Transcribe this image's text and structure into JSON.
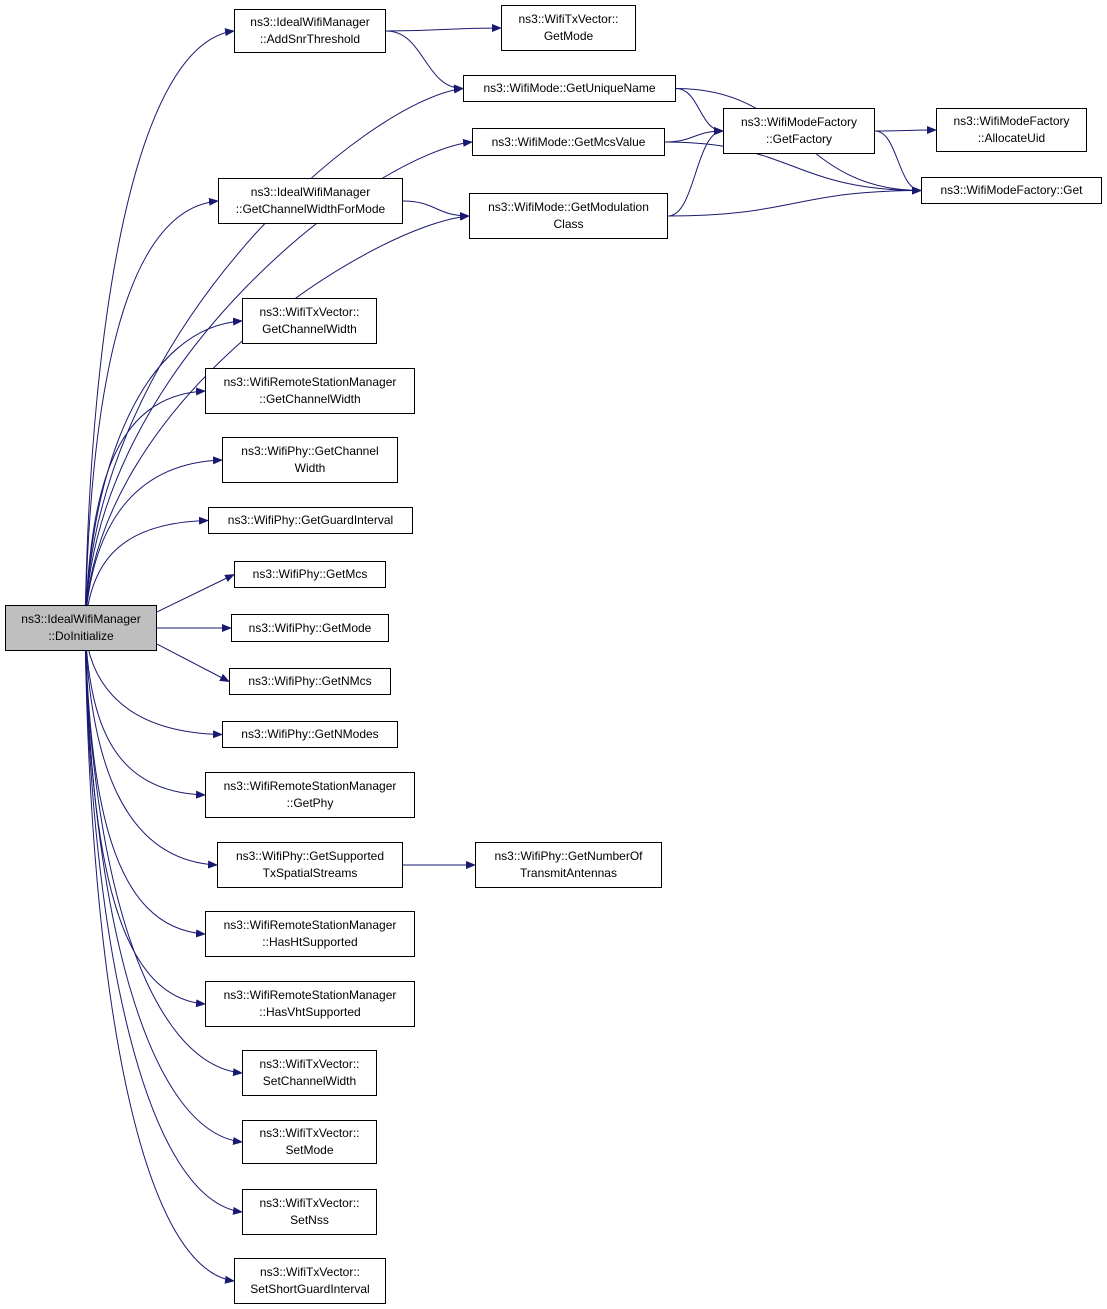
{
  "colors": {
    "edge": "#191970",
    "node_border": "#000000",
    "root_fill": "#bfbfbf",
    "node_fill": "#ffffff"
  },
  "nodes": [
    {
      "id": "root",
      "lines": [
        "ns3::IdealWifiManager",
        "::DoInitialize"
      ],
      "root": true
    },
    {
      "id": "add-snr-threshold",
      "lines": [
        "ns3::IdealWifiManager",
        "::AddSnrThreshold"
      ]
    },
    {
      "id": "txvector-get-mode",
      "lines": [
        "ns3::WifiTxVector::",
        "GetMode"
      ]
    },
    {
      "id": "get-unique-name",
      "lines": [
        "ns3::WifiMode::GetUniqueName"
      ]
    },
    {
      "id": "get-mcs-value",
      "lines": [
        "ns3::WifiMode::GetMcsValue"
      ]
    },
    {
      "id": "mode-factory-get-factory",
      "lines": [
        "ns3::WifiModeFactory",
        "::GetFactory"
      ]
    },
    {
      "id": "mode-factory-allocate-uid",
      "lines": [
        "ns3::WifiModeFactory",
        "::AllocateUid"
      ]
    },
    {
      "id": "mode-factory-get",
      "lines": [
        "ns3::WifiModeFactory::Get"
      ]
    },
    {
      "id": "get-channel-width-for-mode",
      "lines": [
        "ns3::IdealWifiManager",
        "::GetChannelWidthForMode"
      ]
    },
    {
      "id": "get-modulation-class",
      "lines": [
        "ns3::WifiMode::GetModulation",
        "Class"
      ]
    },
    {
      "id": "txvector-get-channel-width",
      "lines": [
        "ns3::WifiTxVector::",
        "GetChannelWidth"
      ]
    },
    {
      "id": "rsm-get-channel-width",
      "lines": [
        "ns3::WifiRemoteStationManager",
        "::GetChannelWidth"
      ]
    },
    {
      "id": "phy-get-channel-width",
      "lines": [
        "ns3::WifiPhy::GetChannel",
        "Width"
      ]
    },
    {
      "id": "phy-get-guard-interval",
      "lines": [
        "ns3::WifiPhy::GetGuardInterval"
      ]
    },
    {
      "id": "phy-get-mcs",
      "lines": [
        "ns3::WifiPhy::GetMcs"
      ]
    },
    {
      "id": "phy-get-mode",
      "lines": [
        "ns3::WifiPhy::GetMode"
      ]
    },
    {
      "id": "phy-get-n-mcs",
      "lines": [
        "ns3::WifiPhy::GetNMcs"
      ]
    },
    {
      "id": "phy-get-n-modes",
      "lines": [
        "ns3::WifiPhy::GetNModes"
      ]
    },
    {
      "id": "rsm-get-phy",
      "lines": [
        "ns3::WifiRemoteStationManager",
        "::GetPhy"
      ]
    },
    {
      "id": "phy-get-supported-streams",
      "lines": [
        "ns3::WifiPhy::GetSupported",
        "TxSpatialStreams"
      ]
    },
    {
      "id": "phy-get-number-of-antennas",
      "lines": [
        "ns3::WifiPhy::GetNumberOf",
        "TransmitAntennas"
      ]
    },
    {
      "id": "rsm-has-ht-supported",
      "lines": [
        "ns3::WifiRemoteStationManager",
        "::HasHtSupported"
      ]
    },
    {
      "id": "rsm-has-vht-supported",
      "lines": [
        "ns3::WifiRemoteStationManager",
        "::HasVhtSupported"
      ]
    },
    {
      "id": "txvector-set-channel-width",
      "lines": [
        "ns3::WifiTxVector::",
        "SetChannelWidth"
      ]
    },
    {
      "id": "txvector-set-mode",
      "lines": [
        "ns3::WifiTxVector::",
        "SetMode"
      ]
    },
    {
      "id": "txvector-set-nss",
      "lines": [
        "ns3::WifiTxVector::",
        "SetNss"
      ]
    },
    {
      "id": "txvector-set-short-guard-interval",
      "lines": [
        "ns3::WifiTxVector::",
        "SetShortGuardInterval"
      ]
    }
  ],
  "edges": [
    {
      "from": "root",
      "to": "add-snr-threshold"
    },
    {
      "from": "root",
      "to": "get-unique-name"
    },
    {
      "from": "root",
      "to": "get-mcs-value"
    },
    {
      "from": "root",
      "to": "get-channel-width-for-mode"
    },
    {
      "from": "root",
      "to": "get-modulation-class"
    },
    {
      "from": "root",
      "to": "txvector-get-channel-width"
    },
    {
      "from": "root",
      "to": "rsm-get-channel-width"
    },
    {
      "from": "root",
      "to": "phy-get-channel-width"
    },
    {
      "from": "root",
      "to": "phy-get-guard-interval"
    },
    {
      "from": "root",
      "to": "phy-get-mcs"
    },
    {
      "from": "root",
      "to": "phy-get-mode"
    },
    {
      "from": "root",
      "to": "phy-get-n-mcs"
    },
    {
      "from": "root",
      "to": "phy-get-n-modes"
    },
    {
      "from": "root",
      "to": "rsm-get-phy"
    },
    {
      "from": "root",
      "to": "phy-get-supported-streams"
    },
    {
      "from": "root",
      "to": "rsm-has-ht-supported"
    },
    {
      "from": "root",
      "to": "rsm-has-vht-supported"
    },
    {
      "from": "root",
      "to": "txvector-set-channel-width"
    },
    {
      "from": "root",
      "to": "txvector-set-mode"
    },
    {
      "from": "root",
      "to": "txvector-set-nss"
    },
    {
      "from": "root",
      "to": "txvector-set-short-guard-interval"
    },
    {
      "from": "add-snr-threshold",
      "to": "txvector-get-mode"
    },
    {
      "from": "add-snr-threshold",
      "to": "get-unique-name"
    },
    {
      "from": "get-unique-name",
      "to": "mode-factory-get-factory"
    },
    {
      "from": "get-unique-name",
      "to": "mode-factory-get"
    },
    {
      "from": "get-mcs-value",
      "to": "mode-factory-get-factory"
    },
    {
      "from": "get-mcs-value",
      "to": "mode-factory-get"
    },
    {
      "from": "mode-factory-get-factory",
      "to": "mode-factory-allocate-uid"
    },
    {
      "from": "mode-factory-get-factory",
      "to": "mode-factory-get"
    },
    {
      "from": "get-channel-width-for-mode",
      "to": "get-modulation-class"
    },
    {
      "from": "get-modulation-class",
      "to": "mode-factory-get-factory"
    },
    {
      "from": "get-modulation-class",
      "to": "mode-factory-get"
    },
    {
      "from": "phy-get-supported-streams",
      "to": "phy-get-number-of-antennas"
    }
  ]
}
